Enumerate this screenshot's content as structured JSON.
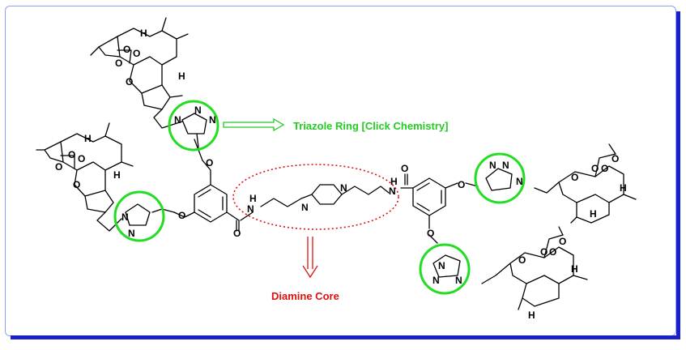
{
  "annotations": {
    "triazole_label": "Triazole Ring [Click Chemistry]",
    "diamine_label": "Diamine Core"
  },
  "atoms": {
    "N": "N",
    "O": "O",
    "H": "H",
    "NH": "N",
    "H_small": "H"
  },
  "colors": {
    "triazole_highlight": "#22dd22",
    "diamine_highlight": "#e01010",
    "frame_border": "#8fa0ff",
    "frame_shadow": "#1a20c8"
  }
}
